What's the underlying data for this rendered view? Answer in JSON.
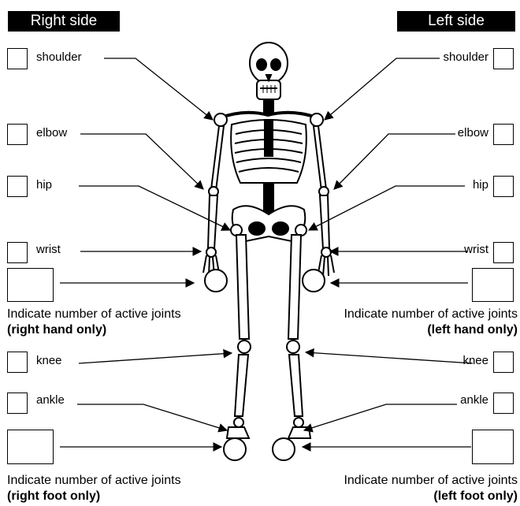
{
  "headers": {
    "right_side": "Right side",
    "left_side": "Left side"
  },
  "right": {
    "shoulder": "shoulder",
    "elbow": "elbow",
    "hip": "hip",
    "wrist": "wrist",
    "knee": "knee",
    "ankle": "ankle",
    "hand_caption": "Indicate number of active joints",
    "hand_caption_bold": "(right hand only)",
    "foot_caption": "Indicate number of active joints",
    "foot_caption_bold": "(right foot only)"
  },
  "left": {
    "shoulder": "shoulder",
    "elbow": "elbow",
    "hip": "hip",
    "wrist": "wrist",
    "knee": "knee",
    "ankle": "ankle",
    "hand_caption": "Indicate number of active joints",
    "hand_caption_bold": "(left hand only)",
    "foot_caption": "Indicate number of active joints",
    "foot_caption_bold": "(left foot only)"
  }
}
